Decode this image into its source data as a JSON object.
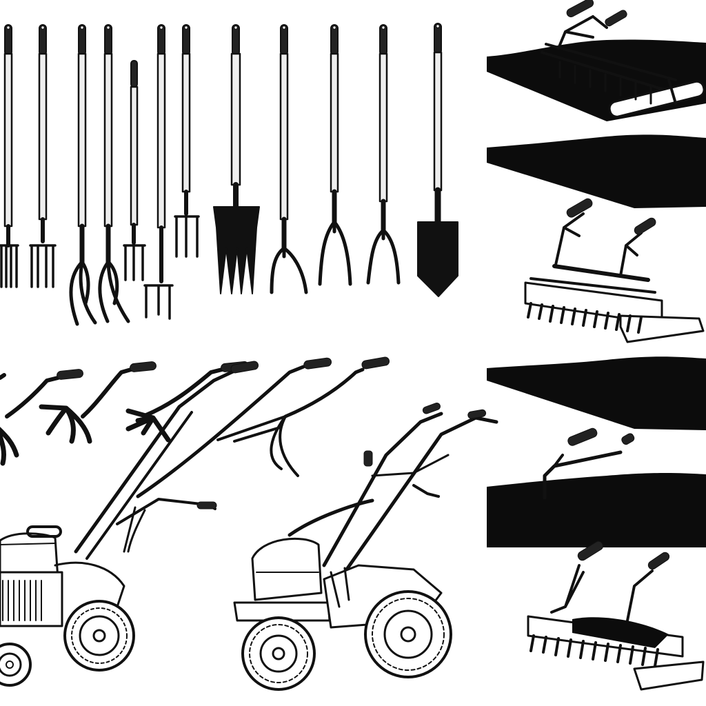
{
  "illustration": {
    "palette": {
      "ink": "#111111",
      "paper": "#ffffff",
      "metal": "#e6e6e6",
      "soil": "#0c0c0c"
    },
    "groups": [
      {
        "id": "hand-forks-and-spades",
        "count": 12
      },
      {
        "id": "hand-cultivators-hooks",
        "count": 5
      },
      {
        "id": "rotary-tillers",
        "count": 2
      },
      {
        "id": "soil-rakes-and-aerators",
        "count": 4
      }
    ]
  }
}
